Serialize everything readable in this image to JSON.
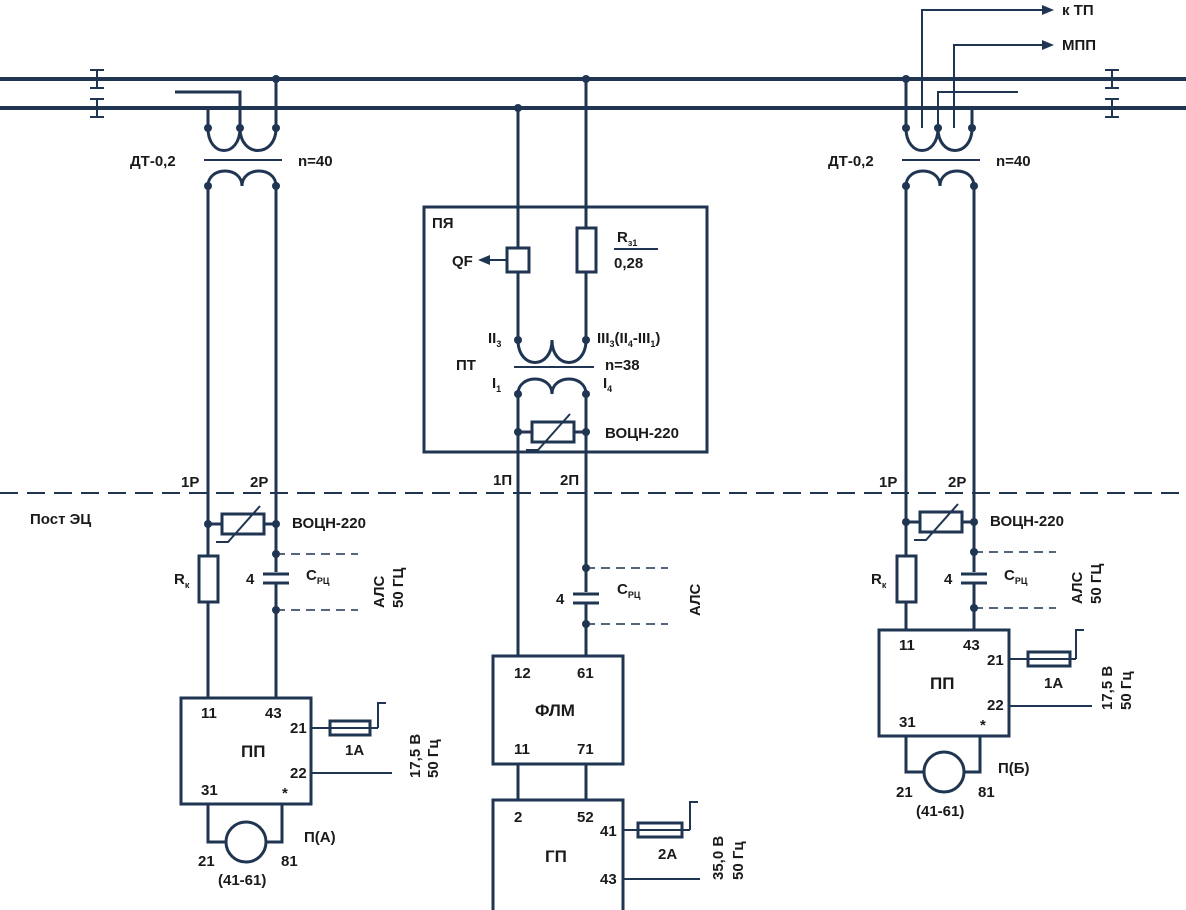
{
  "outputs": {
    "ktp": "к ТП",
    "mpp": "МПП"
  },
  "dt": {
    "label": "ДТ-0,2",
    "ratio": "n=40"
  },
  "pya": {
    "title": "ПЯ",
    "qf": "QF",
    "r_main": "R",
    "r_sub": "з1",
    "r_value": "0,28",
    "ii_main": "II",
    "ii_sub": "3",
    "iii_main": "III",
    "iii_sub": "3",
    "iii_p1": "(II",
    "iii_sub2": "4",
    "iii_p2": "-III",
    "iii_sub3": "1",
    "iii_p3": ")",
    "pt": "ПТ",
    "pt_ratio": "n=38",
    "i1_main": "I",
    "i1_sub": "1",
    "i4_main": "I",
    "i4_sub": "4",
    "vocn": "ВОЦН-220"
  },
  "post_label": "Пост ЭЦ",
  "terminals": {
    "t1p": "1П",
    "t2p": "2П",
    "t1r": "1Р",
    "t2r": "2Р"
  },
  "left": {
    "vocn": "ВОЦН-220",
    "rk_main": "R",
    "rk_sub": "к",
    "cap_num": "4",
    "crc_main": "С",
    "crc_sub": "РЦ",
    "als": "АЛС",
    "als_freq": "50 ГЦ",
    "pp": {
      "name": "ПП",
      "pins": {
        "p11": "11",
        "p43": "43",
        "p21": "21",
        "p22": "22",
        "p31": "31",
        "star": "*"
      }
    },
    "fuse": "1А",
    "volt": "17,5 В",
    "freq": "50 Гц",
    "relay": {
      "name": "П(А)",
      "p21": "21",
      "p81": "81",
      "code": "(41-61)"
    }
  },
  "center": {
    "cap_num": "4",
    "crc_main": "С",
    "crc_sub": "РЦ",
    "als": "АЛС",
    "flm": {
      "name": "ФЛМ",
      "pins": {
        "p12": "12",
        "p61": "61",
        "p11": "11",
        "p71": "71"
      }
    },
    "gp": {
      "name": "ГП",
      "pins": {
        "p2": "2",
        "p52": "52",
        "p41": "41",
        "p43": "43"
      }
    },
    "fuse": "2А",
    "volt": "35,0 В",
    "freq": "50 Гц"
  },
  "right": {
    "vocn": "ВОЦН-220",
    "rk_main": "R",
    "rk_sub": "к",
    "cap_num": "4",
    "crc_main": "С",
    "crc_sub": "РЦ",
    "als": "АЛС",
    "als_freq": "50 ГЦ",
    "pp": {
      "name": "ПП",
      "pins": {
        "p11": "11",
        "p43": "43",
        "p21": "21",
        "p22": "22",
        "p31": "31",
        "star": "*"
      }
    },
    "fuse": "1А",
    "volt": "17,5 В",
    "freq": "50 Гц",
    "relay": {
      "name": "П(Б)",
      "p21": "21",
      "p81": "81",
      "code": "(41-61)"
    }
  },
  "colors": {
    "ink": "#1f3552",
    "text": "#1a1a1a",
    "background": "#ffffff"
  }
}
